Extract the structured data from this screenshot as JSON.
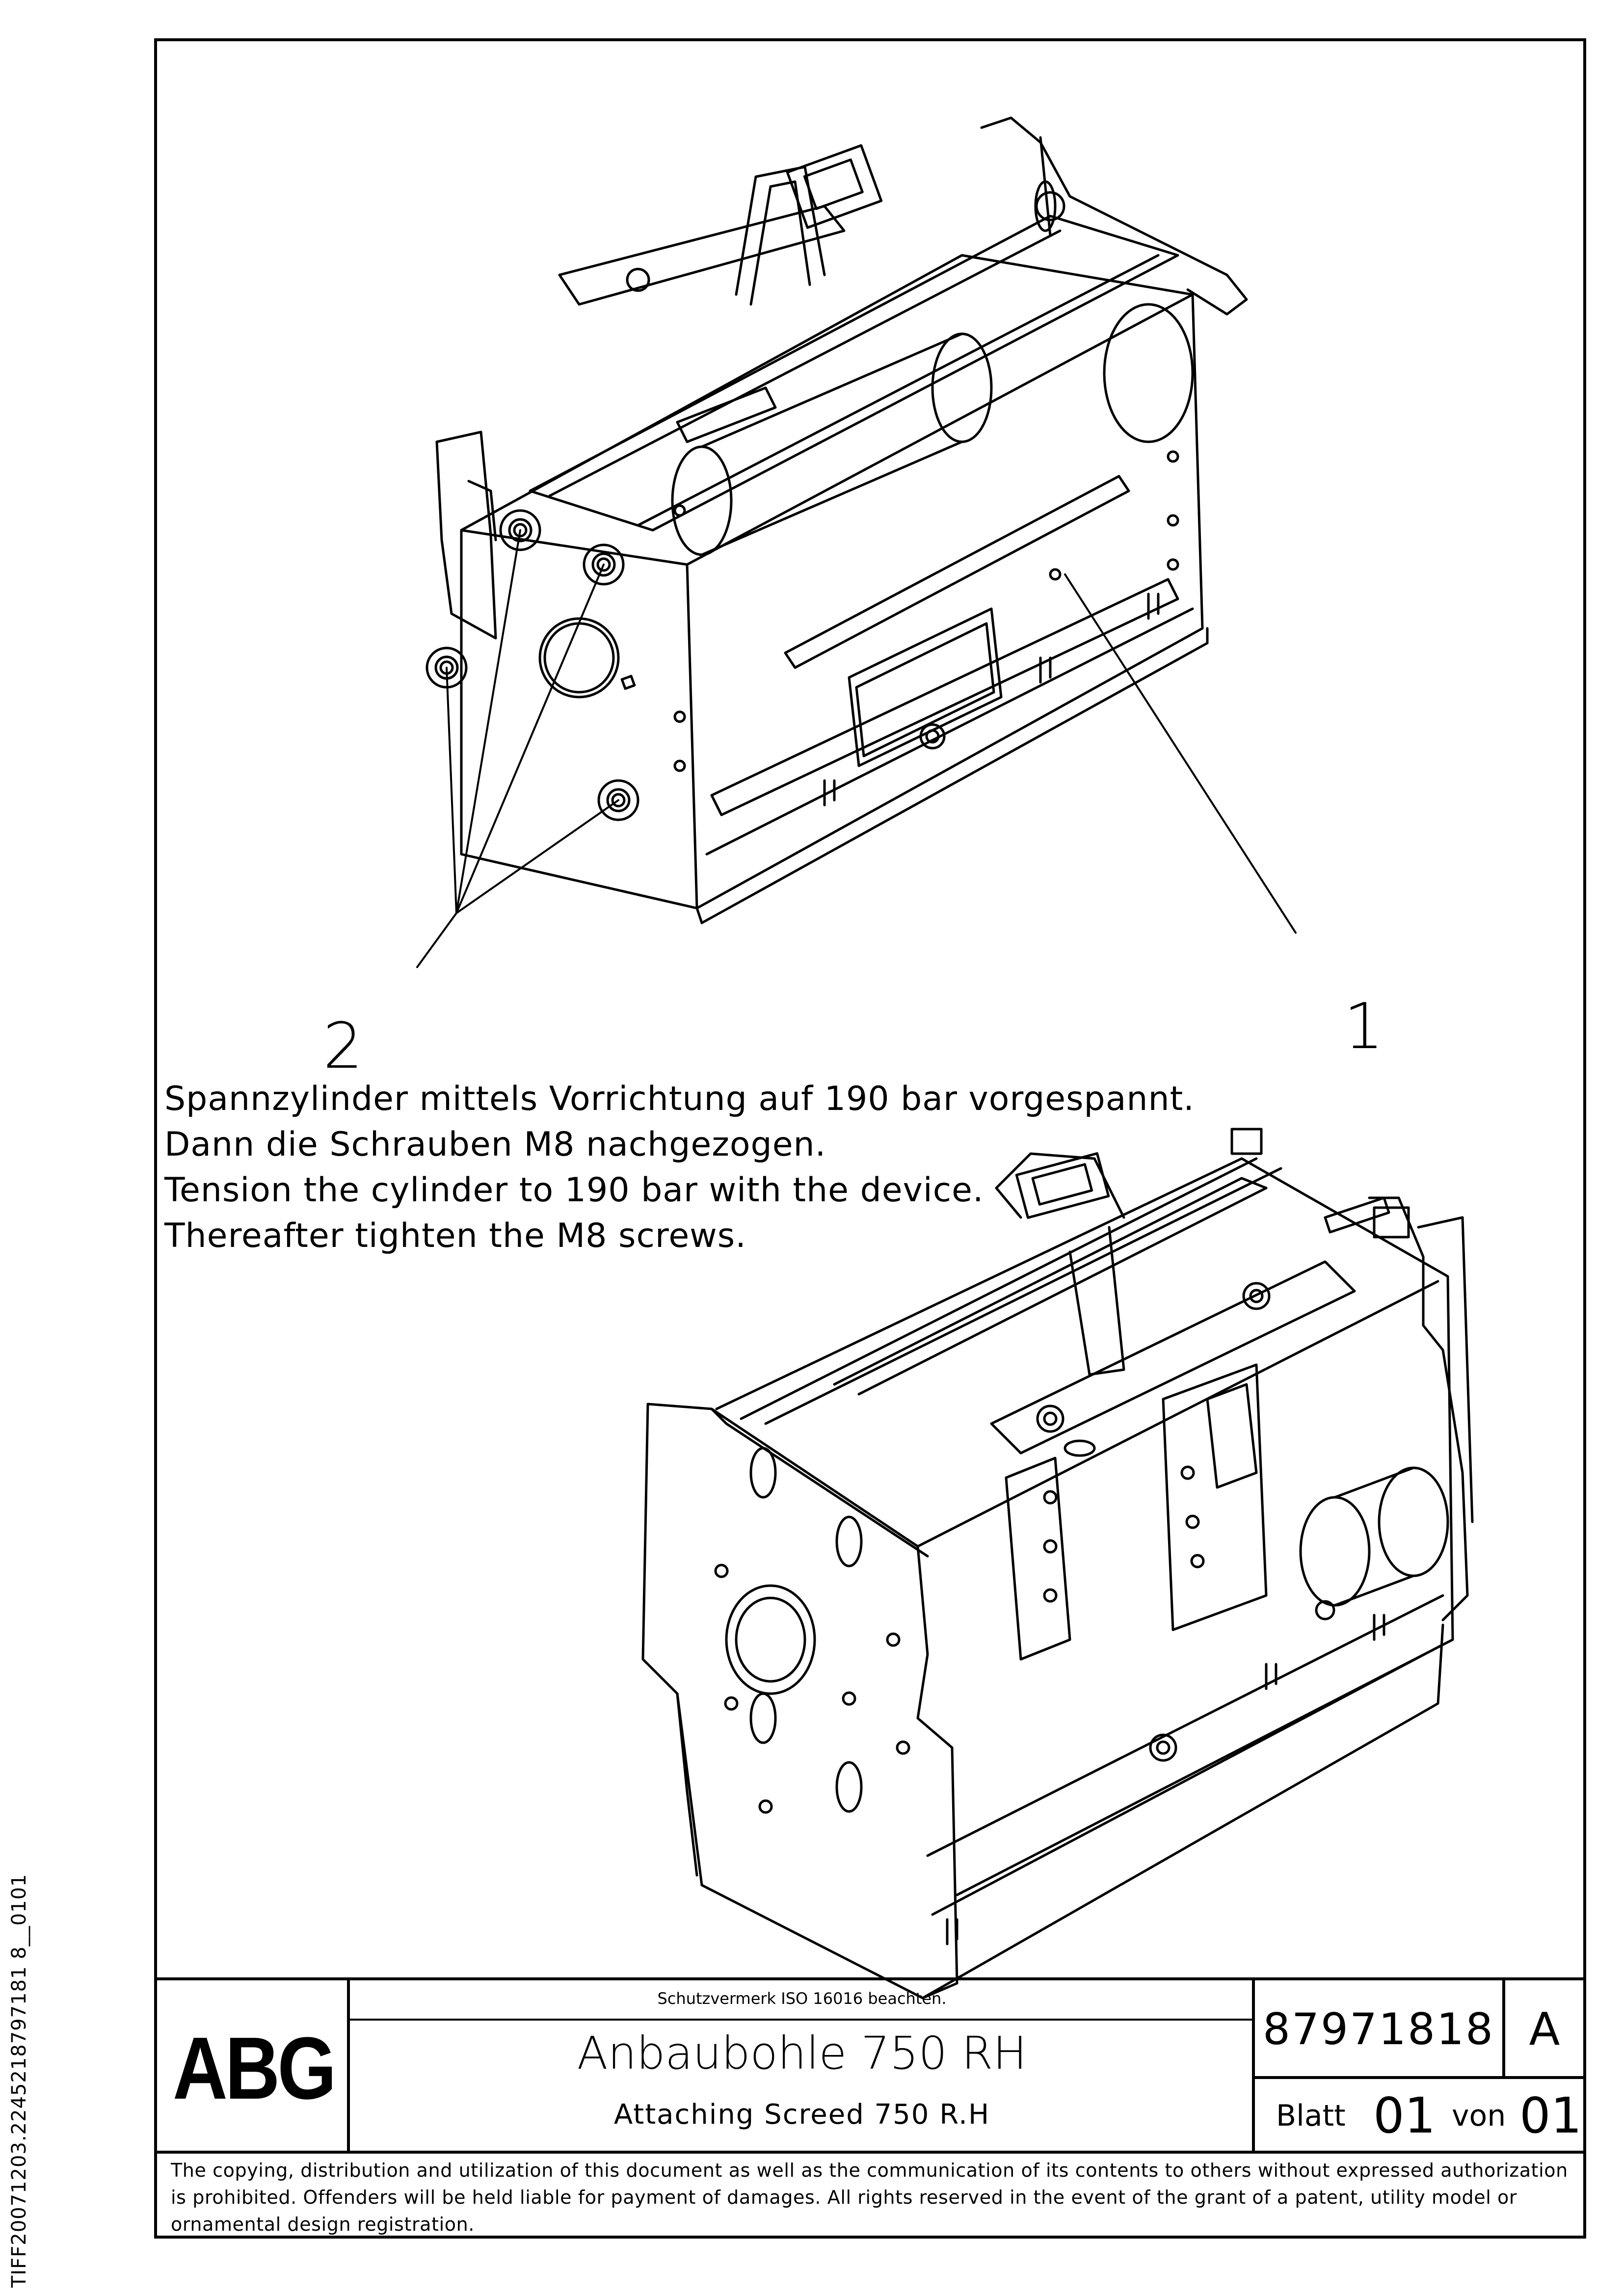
{
  "side_code": "TIFF20071203.2245218797181 8__0101",
  "callouts": {
    "item_1": "1",
    "item_2": "2"
  },
  "note_lines": [
    "Spannzylinder mittels Vorrichtung auf 190 bar vorgespannt.",
    "Dann die Schrauben M8 nachgezogen.",
    "Tension the cylinder to 190 bar with the device.",
    "Thereafter tighten the M8 screws."
  ],
  "title_block": {
    "logo": "ABG",
    "copyright_note": "Schutzvermerk ISO 16016 beachten.",
    "title_de": "Anbaubohle 750 RH",
    "title_en": "Attaching Screed 750 R.H",
    "drawing_number": "87971818",
    "revision": "A",
    "sheet_label": "Blatt",
    "sheet_value": "01",
    "of_label": "von",
    "of_value": "01"
  },
  "disclaimer": "The copying, distribution and utilization of this document as well as the communication of its contents to others without expressed authorization is prohibited. Offenders will be held liable for payment of damages. All rights reserved in the event of the grant of a patent, utility model or ornamental design registration."
}
